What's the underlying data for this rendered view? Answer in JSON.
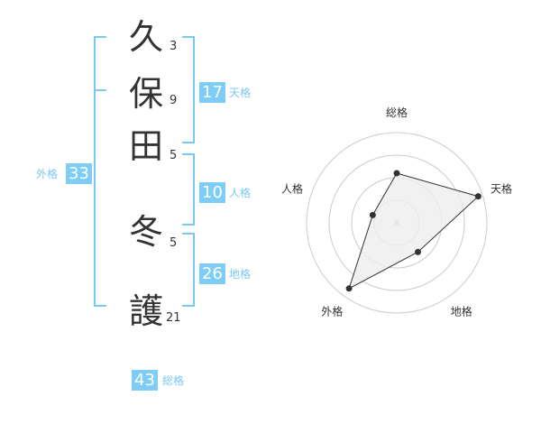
{
  "name": {
    "characters": [
      {
        "char": "久",
        "strokes": "3"
      },
      {
        "char": "保",
        "strokes": "9"
      },
      {
        "char": "田",
        "strokes": "5"
      },
      {
        "char": "冬",
        "strokes": "5"
      },
      {
        "char": "護",
        "strokes": "21"
      }
    ]
  },
  "fortunes": {
    "tenkaku": {
      "value": "17",
      "label": "天格"
    },
    "jinkaku": {
      "value": "10",
      "label": "人格"
    },
    "chikaku": {
      "value": "26",
      "label": "地格"
    },
    "gaikaku": {
      "value": "33",
      "label": "外格"
    },
    "soukaku": {
      "value": "43",
      "label": "総格"
    }
  },
  "radar": {
    "axes": [
      "総格",
      "天格",
      "地格",
      "外格",
      "人格"
    ],
    "levels": 4,
    "values": [
      0.55,
      0.95,
      0.4,
      0.9,
      0.28
    ],
    "colors": {
      "ring": "#cccccc",
      "fill": "#eeeeee",
      "stroke": "#333333",
      "point": "#333333",
      "center": "#cccccc"
    }
  },
  "colors": {
    "accent": "#7ecdf7",
    "text": "#333333"
  }
}
